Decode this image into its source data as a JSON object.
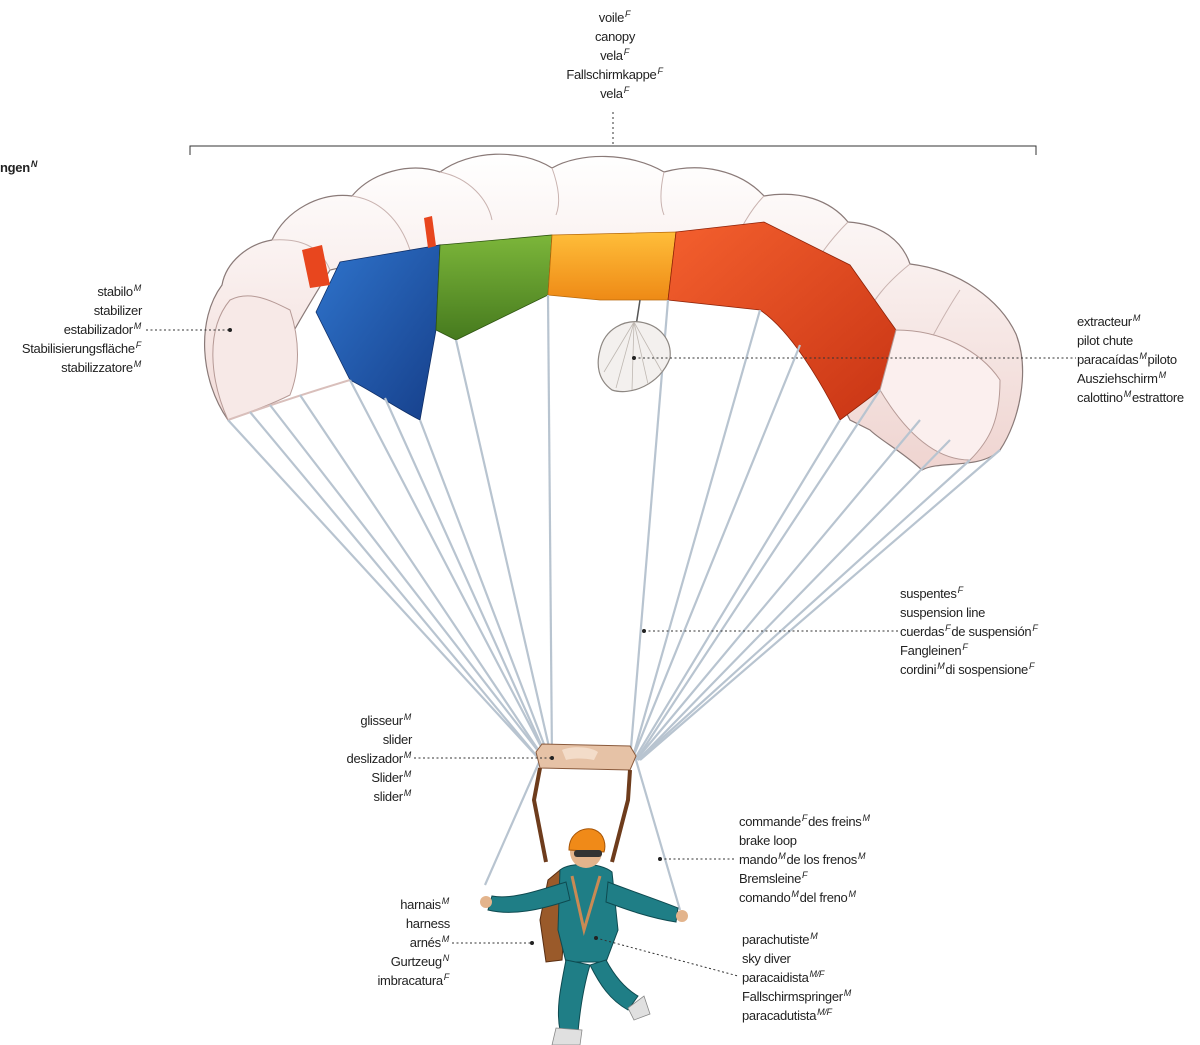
{
  "cut_label": {
    "text": "ngen",
    "g": "N"
  },
  "canopy": [
    {
      "t1": "voile",
      "g1": "F"
    },
    {
      "t1": "canopy"
    },
    {
      "t1": "vela",
      "g1": "F"
    },
    {
      "t1": "Fallschirmkappe",
      "g1": "F"
    },
    {
      "t1": "vela",
      "g1": "F"
    }
  ],
  "stabilizer": [
    {
      "t1": "stabilo",
      "g1": "M"
    },
    {
      "t1": "stabilizer"
    },
    {
      "t1": "estabilizador",
      "g1": "M"
    },
    {
      "t1": "Stabilisierungsfläche",
      "g1": "F"
    },
    {
      "t1": "stabilizzatore",
      "g1": "M"
    }
  ],
  "pilot_chute": [
    {
      "t1": "extracteur",
      "g1": "M"
    },
    {
      "t1": "pilot chute"
    },
    {
      "t1": "paracaídas",
      "g1": "M",
      "t2": "piloto"
    },
    {
      "t1": "Ausziehschirm",
      "g1": "M"
    },
    {
      "t1": "calottino",
      "g1": "M",
      "t2": "estrattore"
    }
  ],
  "suspension_line": [
    {
      "t1": "suspentes",
      "g1": "F"
    },
    {
      "t1": "suspension line"
    },
    {
      "t1": "cuerdas",
      "g1": "F",
      "t2": "de suspensión",
      "g2": "F"
    },
    {
      "t1": "Fangleinen",
      "g1": "F"
    },
    {
      "t1": "cordini",
      "g1": "M",
      "t2": "di sospensione",
      "g2": "F"
    }
  ],
  "slider": [
    {
      "t1": "glisseur",
      "g1": "M"
    },
    {
      "t1": "slider"
    },
    {
      "t1": "deslizador",
      "g1": "M"
    },
    {
      "t1": "Slider",
      "g1": "M"
    },
    {
      "t1": "slider",
      "g1": "M"
    }
  ],
  "brake_loop": [
    {
      "t1": "commande",
      "g1": "F",
      "t2": "des freins",
      "g2": "M"
    },
    {
      "t1": "brake loop"
    },
    {
      "t1": "mando",
      "g1": "M",
      "t2": "de los frenos",
      "g2": "M"
    },
    {
      "t1": "Bremsleine",
      "g1": "F"
    },
    {
      "t1": "comando",
      "g1": "M",
      "t2": "del freno",
      "g2": "M"
    }
  ],
  "harness": [
    {
      "t1": "harnais",
      "g1": "M"
    },
    {
      "t1": "harness"
    },
    {
      "t1": "arnés",
      "g1": "M"
    },
    {
      "t1": "Gurtzeug",
      "g1": "N"
    },
    {
      "t1": "imbracatura",
      "g1": "F"
    }
  ],
  "sky_diver": [
    {
      "t1": "parachutiste",
      "g1": "M"
    },
    {
      "t1": "sky diver"
    },
    {
      "t1": "paracaidista",
      "g1": "M/F"
    },
    {
      "t1": "Fallschirmspringer",
      "g1": "M"
    },
    {
      "t1": "paracadutista",
      "g1": "M/F"
    }
  ],
  "colors": {
    "blue": "#1f5fb4",
    "green": "#5e9b2a",
    "orange": "#f5a020",
    "red": "#e8461e",
    "pink": "#f4e4e2",
    "line": "#b8c4d0"
  }
}
